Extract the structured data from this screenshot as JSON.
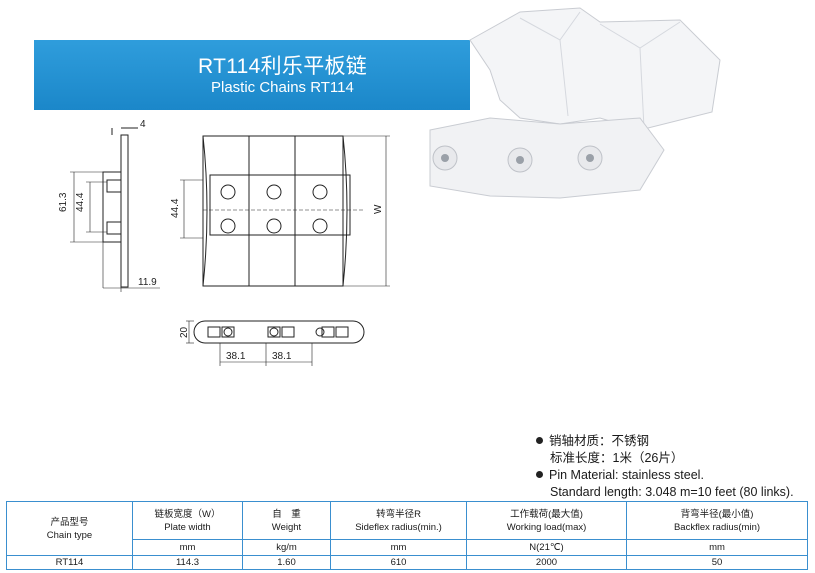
{
  "banner": {
    "title": "RT114利乐平板链",
    "subtitle": "Plastic Chains RT114"
  },
  "drawing": {
    "dims": {
      "thickness": "4",
      "height_outer": "61.3",
      "height_inner_side": "44.4",
      "depth": "11.9",
      "height_inner_top": "44.4",
      "width_label": "W",
      "link_height": "20",
      "pitch_1": "38.1",
      "pitch_2": "38.1"
    }
  },
  "notes": {
    "cn_material": "销轴材质：不锈钢",
    "cn_length": "标准长度：1米（26片）",
    "en_material": "Pin Material: stainless steel.",
    "en_length": "Standard length: 3.048 m=10 feet (80 links)."
  },
  "table": {
    "headers": [
      {
        "cn": "产品型号",
        "en": "Chain type"
      },
      {
        "cn": "链板宽度（W）",
        "en": "Plate width"
      },
      {
        "cn": "自　重",
        "en": "Weight"
      },
      {
        "cn": "转弯半径R",
        "en": "Sideflex radius(min.)"
      },
      {
        "cn": "工作载荷(最大值)",
        "en": "Working load(max)"
      },
      {
        "cn": "背弯半径(最小值)",
        "en": "Backflex radius(min)"
      }
    ],
    "units": [
      "mm",
      "kg/m",
      "mm",
      "N(21℃)",
      "mm"
    ],
    "rows": [
      [
        "RT114",
        "114.3",
        "1.60",
        "610",
        "2000",
        "50"
      ]
    ]
  }
}
